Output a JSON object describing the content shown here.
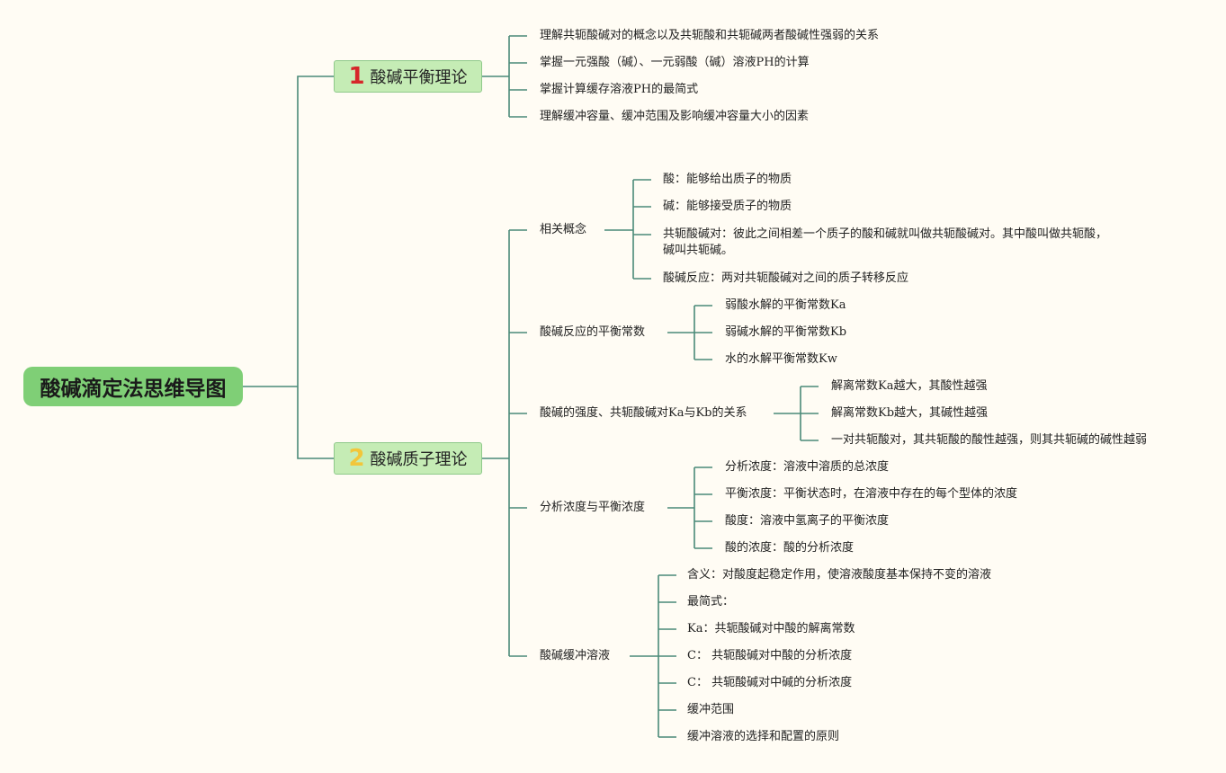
{
  "root": {
    "label": "酸碱滴定法思维导图"
  },
  "branches": [
    {
      "number": "1",
      "label": "酸碱平衡理论",
      "items": [
        "理解共轭酸碱对的概念以及共轭酸和共轭碱两者酸碱性强弱的关系",
        "掌握一元强酸（碱）、一元弱酸（碱）溶液PH的计算",
        "掌握计算缓存溶液PH的最简式",
        "理解缓冲容量、缓冲范围及影响缓冲容量大小的因素"
      ]
    },
    {
      "number": "2",
      "label": "酸碱质子理论",
      "topics": [
        {
          "label": "相关概念",
          "items": [
            "酸：能够给出质子的物质",
            "碱：能够接受质子的物质",
            "共轭酸碱对：彼此之间相差一个质子的酸和碱就叫做共轭酸碱对。其中酸叫做共轭酸，碱叫共轭碱。",
            "酸碱反应：两对共轭酸碱对之间的质子转移反应"
          ]
        },
        {
          "label": "酸碱反应的平衡常数",
          "items": [
            "弱酸水解的平衡常数Ka",
            "弱碱水解的平衡常数Kb",
            "水的水解平衡常数Kw"
          ]
        },
        {
          "label": "酸碱的强度、共轭酸碱对Ka与Kb的关系",
          "items": [
            "解离常数Ka越大，其酸性越强",
            "解离常数Kb越大，其碱性越强",
            "一对共轭酸对，其共轭酸的酸性越强，则其共轭碱的碱性越弱"
          ]
        },
        {
          "label": "分析浓度与平衡浓度",
          "items": [
            "分析浓度：溶液中溶质的总浓度",
            "平衡浓度：平衡状态时，在溶液中存在的每个型体的浓度",
            "酸度：溶液中氢离子的平衡浓度",
            "酸的浓度：酸的分析浓度"
          ]
        },
        {
          "label": "酸碱缓冲溶液",
          "items": [
            "含义：对酸度起稳定作用，使溶液酸度基本保持不变的溶液",
            "最简式：",
            "Ka：共轭酸碱对中酸的解离常数",
            "C： 共轭酸碱对中酸的分析浓度",
            "C： 共轭酸碱对中碱的分析浓度",
            "缓冲范围",
            "缓冲溶液的选择和配置的原则"
          ]
        }
      ]
    }
  ],
  "colors": {
    "line": "#4a8a78",
    "root_fill": "#7fcf76",
    "branch_fill": "#c5ecb5",
    "num1": "#d6262a",
    "num2": "#f2c63a"
  }
}
